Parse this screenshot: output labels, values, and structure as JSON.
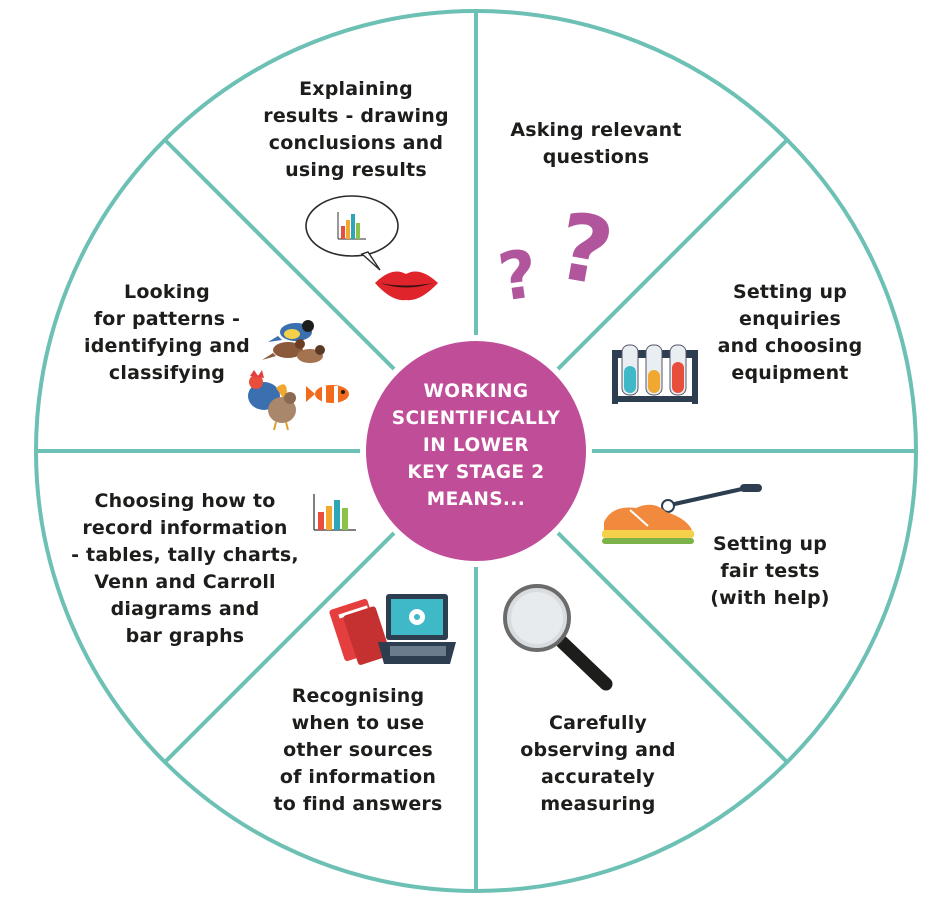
{
  "center": {
    "lines": [
      "WORKING",
      "SCIENTIFICALLY",
      "IN LOWER",
      "KEY STAGE 2",
      "MEANS..."
    ]
  },
  "segments": [
    {
      "id": "explaining",
      "lines": [
        "Explaining",
        "results - drawing",
        "conclusions and",
        "using results"
      ],
      "icon": "speech-bubble-chart-icon"
    },
    {
      "id": "asking",
      "lines": [
        "Asking relevant",
        "questions"
      ],
      "icon": "question-marks-icon"
    },
    {
      "id": "setting-up-enquiries",
      "lines": [
        "Setting up",
        "enquiries",
        "and choosing",
        "equipment"
      ],
      "icon": "test-tubes-icon"
    },
    {
      "id": "fair-tests",
      "lines": [
        "Setting up",
        "fair tests",
        "(with help)"
      ],
      "icon": "shoe-thermometer-icon"
    },
    {
      "id": "observing",
      "lines": [
        "Carefully",
        "observing and",
        "accurately",
        "measuring"
      ],
      "icon": "magnifying-glass-icon"
    },
    {
      "id": "sources",
      "lines": [
        "Recognising",
        "when to use",
        "other sources",
        "of information",
        "to find answers"
      ],
      "icon": "books-laptop-icon"
    },
    {
      "id": "recording",
      "lines": [
        "Choosing how to",
        "record information",
        "- tables, tally charts,",
        "Venn and Carroll",
        "diagrams and",
        "bar graphs"
      ],
      "icon": "bar-chart-icon"
    },
    {
      "id": "patterns",
      "lines": [
        "Looking",
        "for patterns -",
        "identifying and",
        "classifying"
      ],
      "icon": "animals-icon"
    }
  ],
  "colors": {
    "ring": "#6cc0b4",
    "center": "#c04d97",
    "text": "#1d1d1b",
    "question": "#b1569c"
  }
}
